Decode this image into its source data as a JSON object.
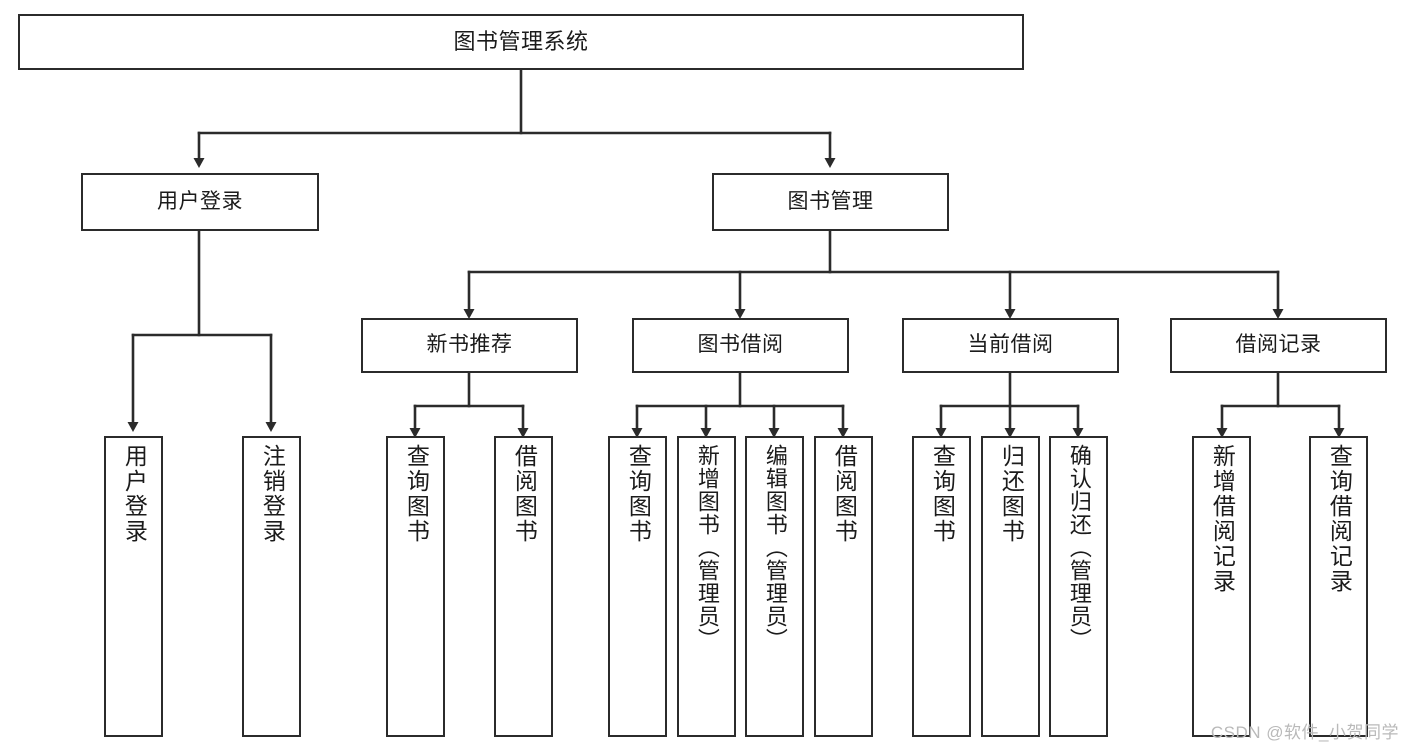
{
  "diagram": {
    "type": "tree-hierarchy",
    "title": "图书管理系统",
    "watermark": "CSDN @软件_小贺同学",
    "colors": {
      "box_border": "#2b2b2b",
      "box_fill": "#ffffff",
      "connector": "#2b2b2b",
      "text": "#1b1b1b",
      "watermark": "#b9b9b9",
      "background": "#ffffff"
    },
    "nodes": {
      "root": {
        "label": "图书管理系统",
        "level": 1
      },
      "user_login": {
        "label": "用户登录",
        "level": 2
      },
      "book_manage": {
        "label": "图书管理",
        "level": 2
      },
      "new_book_rec": {
        "label": "新书推荐",
        "level": 3
      },
      "book_borrow": {
        "label": "图书借阅",
        "level": 3
      },
      "current_borrow": {
        "label": "当前借阅",
        "level": 3
      },
      "borrow_record": {
        "label": "借阅记录",
        "level": 3
      },
      "leaf_user_login": {
        "label": "用户登录",
        "level": 3
      },
      "leaf_logout": {
        "label": "注销登录",
        "level": 3
      },
      "leaf_query_book_1": {
        "label": "查询图书",
        "level": 4
      },
      "leaf_borrow_book_1": {
        "label": "借阅图书",
        "level": 4
      },
      "leaf_query_book_2": {
        "label": "查询图书",
        "level": 4
      },
      "leaf_add_book": {
        "label": "新增图书（管理员）",
        "level": 4
      },
      "leaf_edit_book": {
        "label": "编辑图书（管理员）",
        "level": 4
      },
      "leaf_borrow_book_2": {
        "label": "借阅图书",
        "level": 4
      },
      "leaf_query_book_3": {
        "label": "查询图书",
        "level": 4
      },
      "leaf_return_book": {
        "label": "归还图书",
        "level": 4
      },
      "leaf_confirm_return": {
        "label": "确认归还（管理员）",
        "level": 4
      },
      "leaf_add_record": {
        "label": "新增借阅记录",
        "level": 4
      },
      "leaf_query_record": {
        "label": "查询借阅记录",
        "level": 4
      }
    },
    "edges": [
      {
        "from": "root",
        "to": "user_login"
      },
      {
        "from": "root",
        "to": "book_manage"
      },
      {
        "from": "user_login",
        "to": "leaf_user_login"
      },
      {
        "from": "user_login",
        "to": "leaf_logout"
      },
      {
        "from": "book_manage",
        "to": "new_book_rec"
      },
      {
        "from": "book_manage",
        "to": "book_borrow"
      },
      {
        "from": "book_manage",
        "to": "current_borrow"
      },
      {
        "from": "book_manage",
        "to": "borrow_record"
      },
      {
        "from": "new_book_rec",
        "to": "leaf_query_book_1"
      },
      {
        "from": "new_book_rec",
        "to": "leaf_borrow_book_1"
      },
      {
        "from": "book_borrow",
        "to": "leaf_query_book_2"
      },
      {
        "from": "book_borrow",
        "to": "leaf_add_book"
      },
      {
        "from": "book_borrow",
        "to": "leaf_edit_book"
      },
      {
        "from": "book_borrow",
        "to": "leaf_borrow_book_2"
      },
      {
        "from": "current_borrow",
        "to": "leaf_query_book_3"
      },
      {
        "from": "current_borrow",
        "to": "leaf_return_book"
      },
      {
        "from": "current_borrow",
        "to": "leaf_confirm_return"
      },
      {
        "from": "borrow_record",
        "to": "leaf_add_record"
      },
      {
        "from": "borrow_record",
        "to": "leaf_query_record"
      }
    ]
  }
}
